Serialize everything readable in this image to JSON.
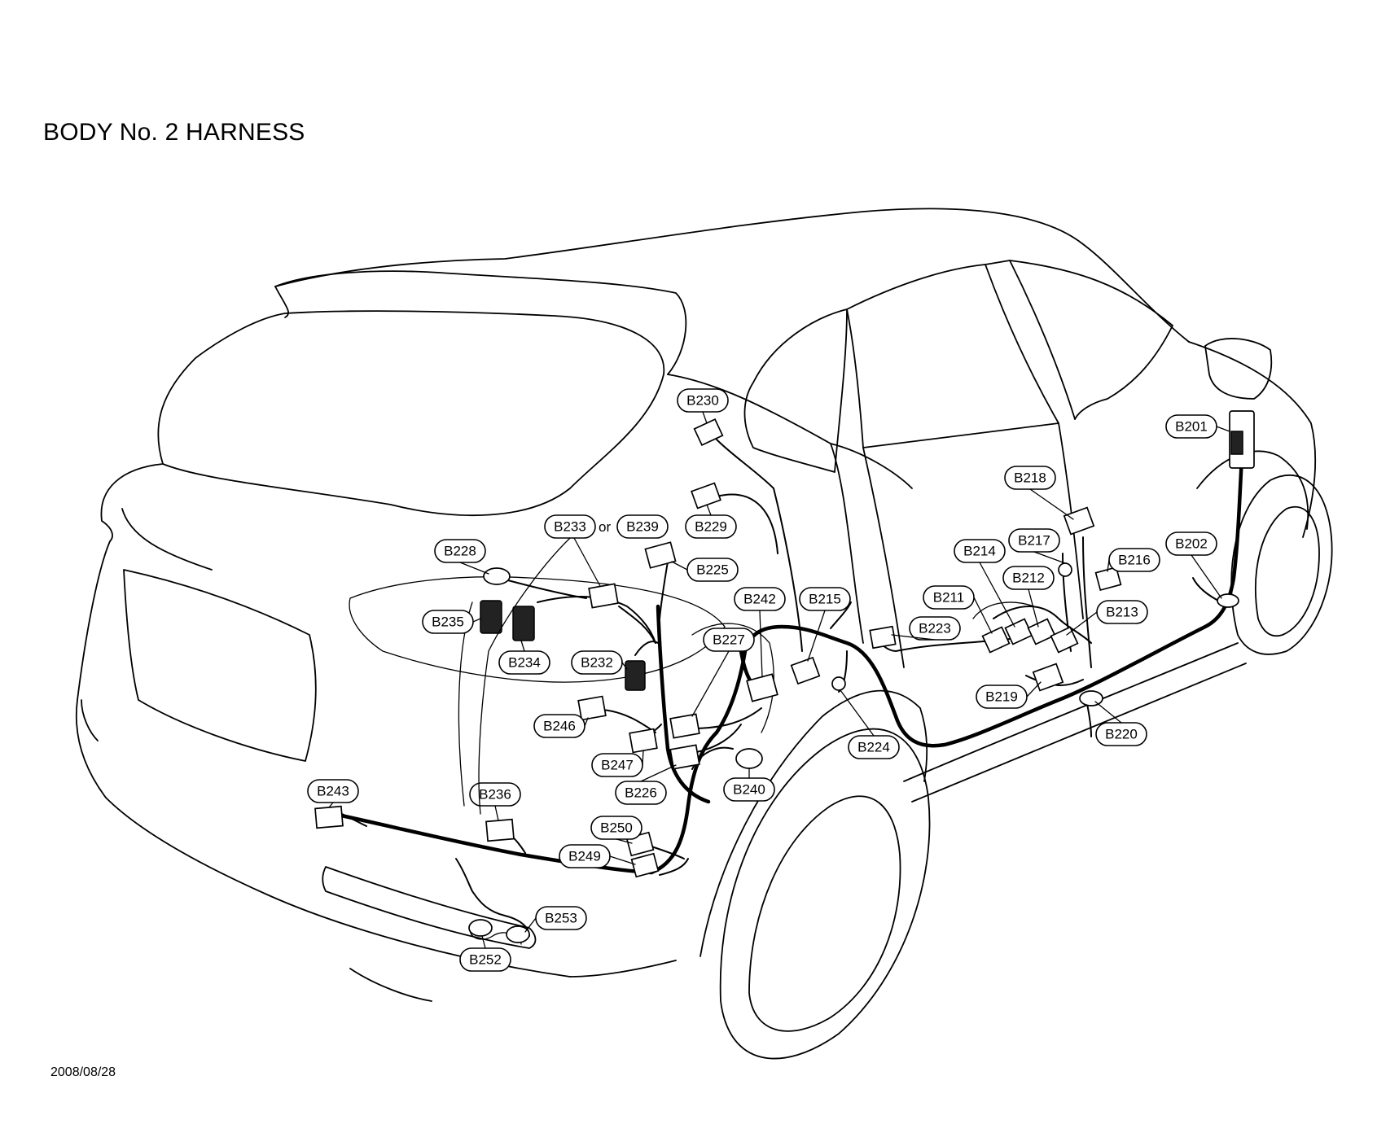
{
  "title": "BODY No. 2 HARNESS",
  "footer_date": "2008/08/28",
  "or_text": "or",
  "labels": {
    "B201": "B201",
    "B202": "B202",
    "B211": "B211",
    "B212": "B212",
    "B213": "B213",
    "B214": "B214",
    "B215": "B215",
    "B216": "B216",
    "B217": "B217",
    "B218": "B218",
    "B219": "B219",
    "B220": "B220",
    "B223": "B223",
    "B224": "B224",
    "B225": "B225",
    "B226": "B226",
    "B227": "B227",
    "B228": "B228",
    "B229": "B229",
    "B230": "B230",
    "B232": "B232",
    "B233": "B233",
    "B234": "B234",
    "B235": "B235",
    "B236": "B236",
    "B239": "B239",
    "B240": "B240",
    "B242": "B242",
    "B243": "B243",
    "B246": "B246",
    "B247": "B247",
    "B249": "B249",
    "B250": "B250",
    "B252": "B252",
    "B253": "B253"
  }
}
